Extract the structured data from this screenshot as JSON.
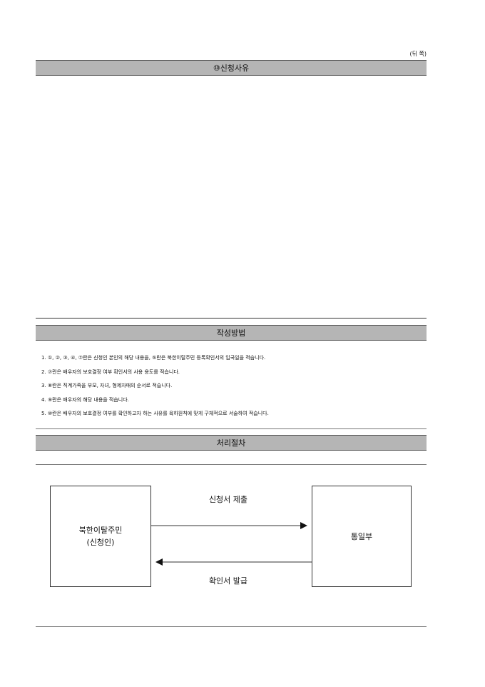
{
  "side_note": "(뒤 쪽)",
  "reason_section": {
    "title": "⑩신청사유",
    "body": ""
  },
  "instructions_section": {
    "title": "작성방법",
    "items": [
      "1. ①, ②, ③, ④, ⑦란은 신청인 본인의 해당 내용을, ⑤란은 북한이탈주민 등록확인서의 입국일을 적습니다.",
      "2. ⑦란은 배우자의 보호결정 여부 확인서의 사용 용도를 적습니다.",
      "3. ⑧란은 직계가족을 부모, 자녀, 형제자매의 순서로 적습니다.",
      "4. ⑨란은 배우자의 해당 내용을 적습니다.",
      "5. ⑩란은 배우자의 보호결정 여부를 확인하고자 하는 사유를 육하원칙에 맞게 구체적으로 서술하여 적습니다."
    ]
  },
  "procedure_section": {
    "title": "처리절차",
    "applicant_box": {
      "line1": "북한이탈주민",
      "line2": "(신청인)"
    },
    "ministry_box": {
      "label": "통일부"
    },
    "submit_label": "신청서 제출",
    "issue_label": "확인서 발급"
  }
}
